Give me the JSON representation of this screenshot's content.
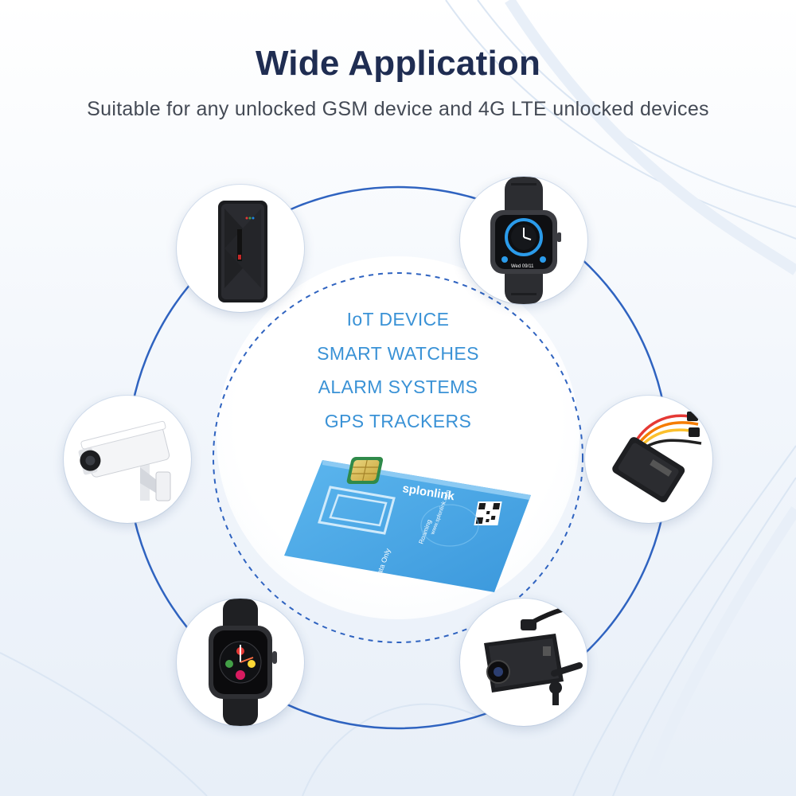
{
  "header": {
    "title": "Wide Application",
    "subtitle": "Suitable for any unlocked GSM device and 4G LTE unlocked devices"
  },
  "features": [
    {
      "label": "IoT DEVICE"
    },
    {
      "label": "SMART WATCHES"
    },
    {
      "label": "ALARM SYSTEMS"
    },
    {
      "label": "GPS TRACKERS"
    }
  ],
  "devices": [
    {
      "id": "gps-tracker-box"
    },
    {
      "id": "smart-watch-kids"
    },
    {
      "id": "security-camera"
    },
    {
      "id": "vehicle-gps-tracker"
    },
    {
      "id": "smart-watch"
    },
    {
      "id": "dash-camera"
    }
  ],
  "sim_card": {
    "brand": "splonlink",
    "website": "www.splonlink.com",
    "roaming": "Roaming",
    "data": "Data Only",
    "watch_time": "Wed 09/11"
  },
  "colors": {
    "title": "#1f2d52",
    "feature_text": "#3a92d6",
    "ring": "#2f63c0",
    "sim_blue": "#4aa8e6"
  }
}
